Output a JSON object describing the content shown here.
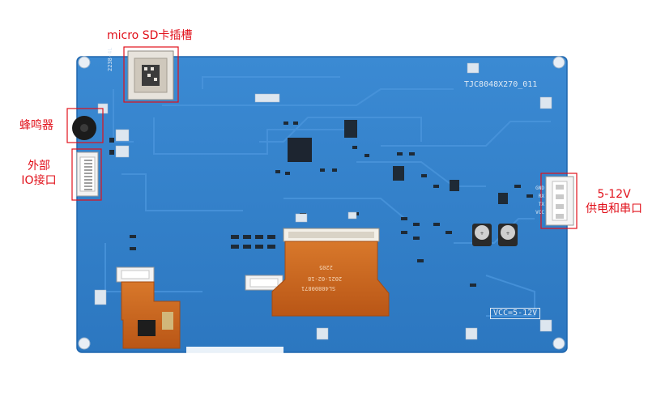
{
  "callouts": {
    "sd": "micro SD卡插槽",
    "buzzer": "蜂鸣器",
    "io_line1": "外部",
    "io_line2": "IO接口",
    "power_line1": "5-12V",
    "power_line2": "供电和串口"
  },
  "silkscreen": {
    "model": "TJC8048X270_011",
    "voltage": "VCC=5-12V",
    "pins": [
      "GND",
      "RX",
      "TX",
      "VCC"
    ],
    "sd_code": "2238-4L",
    "fpc_code": "SL40800871",
    "fpc_date": "2021-02-18",
    "fpc_batch": "2205"
  },
  "colors": {
    "board": "#2f7fc8",
    "board_edge": "#1f66ad",
    "trace": "#3a8ad6",
    "callout": "#e1101a",
    "fpc": "#c9661f",
    "connector": "#f2f2f2"
  }
}
